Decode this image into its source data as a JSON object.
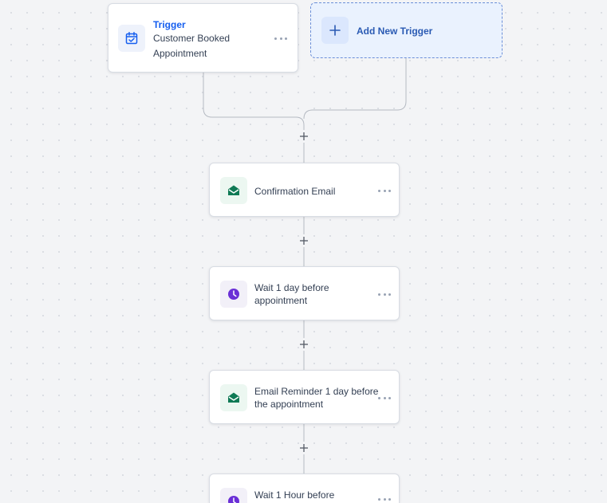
{
  "trigger": {
    "title": "Trigger",
    "name_line1": "Customer Booked",
    "name_line2": "Appointment",
    "icon": "calendar-check-icon"
  },
  "add_trigger": {
    "label": "Add New Trigger",
    "icon": "plus-icon"
  },
  "steps": [
    {
      "type": "email",
      "icon": "envelope-open-icon",
      "line1": "Confirmation Email",
      "line2": ""
    },
    {
      "type": "wait",
      "icon": "clock-icon",
      "line1": "Wait 1 day before",
      "line2": "appointment"
    },
    {
      "type": "email",
      "icon": "envelope-open-icon",
      "line1": "Email Reminder 1 day before",
      "line2": "the appointment"
    },
    {
      "type": "wait",
      "icon": "clock-icon",
      "line1": "Wait 1 Hour before",
      "line2": ""
    }
  ],
  "colors": {
    "trigger_accent": "#155eef",
    "email_accent": "#0f7a55",
    "wait_accent": "#6a2fd6",
    "add_trigger_bg": "#eaf2fe",
    "canvas_bg": "#f3f4f6"
  }
}
